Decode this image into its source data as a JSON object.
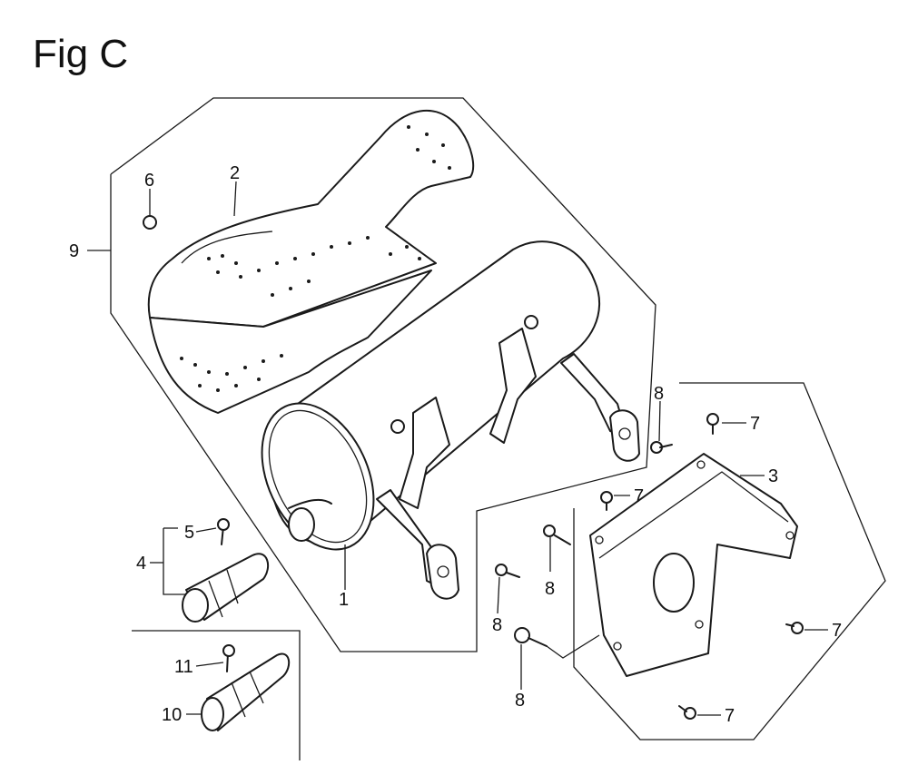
{
  "figure": {
    "title": "Fig C"
  },
  "callouts": [
    {
      "id": "c9",
      "text": "9"
    },
    {
      "id": "c6",
      "text": "6"
    },
    {
      "id": "c2",
      "text": "2"
    },
    {
      "id": "c5",
      "text": "5"
    },
    {
      "id": "c4",
      "text": "4"
    },
    {
      "id": "c1",
      "text": "1"
    },
    {
      "id": "c11",
      "text": "11"
    },
    {
      "id": "c10",
      "text": "10"
    },
    {
      "id": "c8a",
      "text": "8"
    },
    {
      "id": "c8b",
      "text": "8"
    },
    {
      "id": "c8c",
      "text": "8"
    },
    {
      "id": "c8d",
      "text": "8"
    },
    {
      "id": "c7a",
      "text": "7"
    },
    {
      "id": "c7b",
      "text": "7"
    },
    {
      "id": "c7c",
      "text": "7"
    },
    {
      "id": "c7d",
      "text": "7"
    },
    {
      "id": "c3",
      "text": "3"
    }
  ]
}
